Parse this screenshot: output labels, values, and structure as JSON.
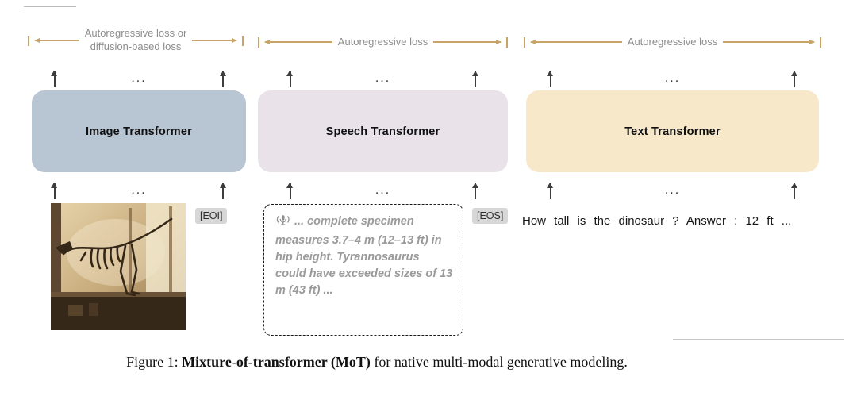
{
  "losses": {
    "image": {
      "line1": "Autoregressive loss or",
      "line2": "diffusion-based loss"
    },
    "speech": {
      "label": "Autoregressive loss"
    },
    "text": {
      "label": "Autoregressive loss"
    }
  },
  "ellipsis": "...",
  "transformers": {
    "image": {
      "label": "Image Transformer",
      "color": "#b8c5d3"
    },
    "speech": {
      "label": "Speech Transformer",
      "color": "#e9e3e9"
    },
    "text": {
      "label": "Text Transformer",
      "color": "#f8e8ca"
    }
  },
  "tokens": {
    "eoi": "[EOI]",
    "eos": "[EOS]"
  },
  "inputs": {
    "speech_text": "... complete specimen measures 3.7–4 m (12–13 ft) in hip height. Tyrannosaurus could have exceeded sizes of 13 m (43 ft) ...",
    "text_prompt": "How tall is the dinosaur ? Answer : 12 ft ..."
  },
  "caption": {
    "prefix": "Figure 1: ",
    "bold": "Mixture-of-transformer (MoT)",
    "suffix": " for native multi-modal generative modeling."
  },
  "icons": {
    "speech": "microphone-icon",
    "image_input": "dinosaur-skeleton-photo",
    "arrows": "up-arrow-icon"
  },
  "colors": {
    "loss_arrow": "#c9a468",
    "vertical_arrow": "#3d3d3d",
    "token_chip": "#d7d7d7",
    "speech_text": "#9a9a9a"
  }
}
